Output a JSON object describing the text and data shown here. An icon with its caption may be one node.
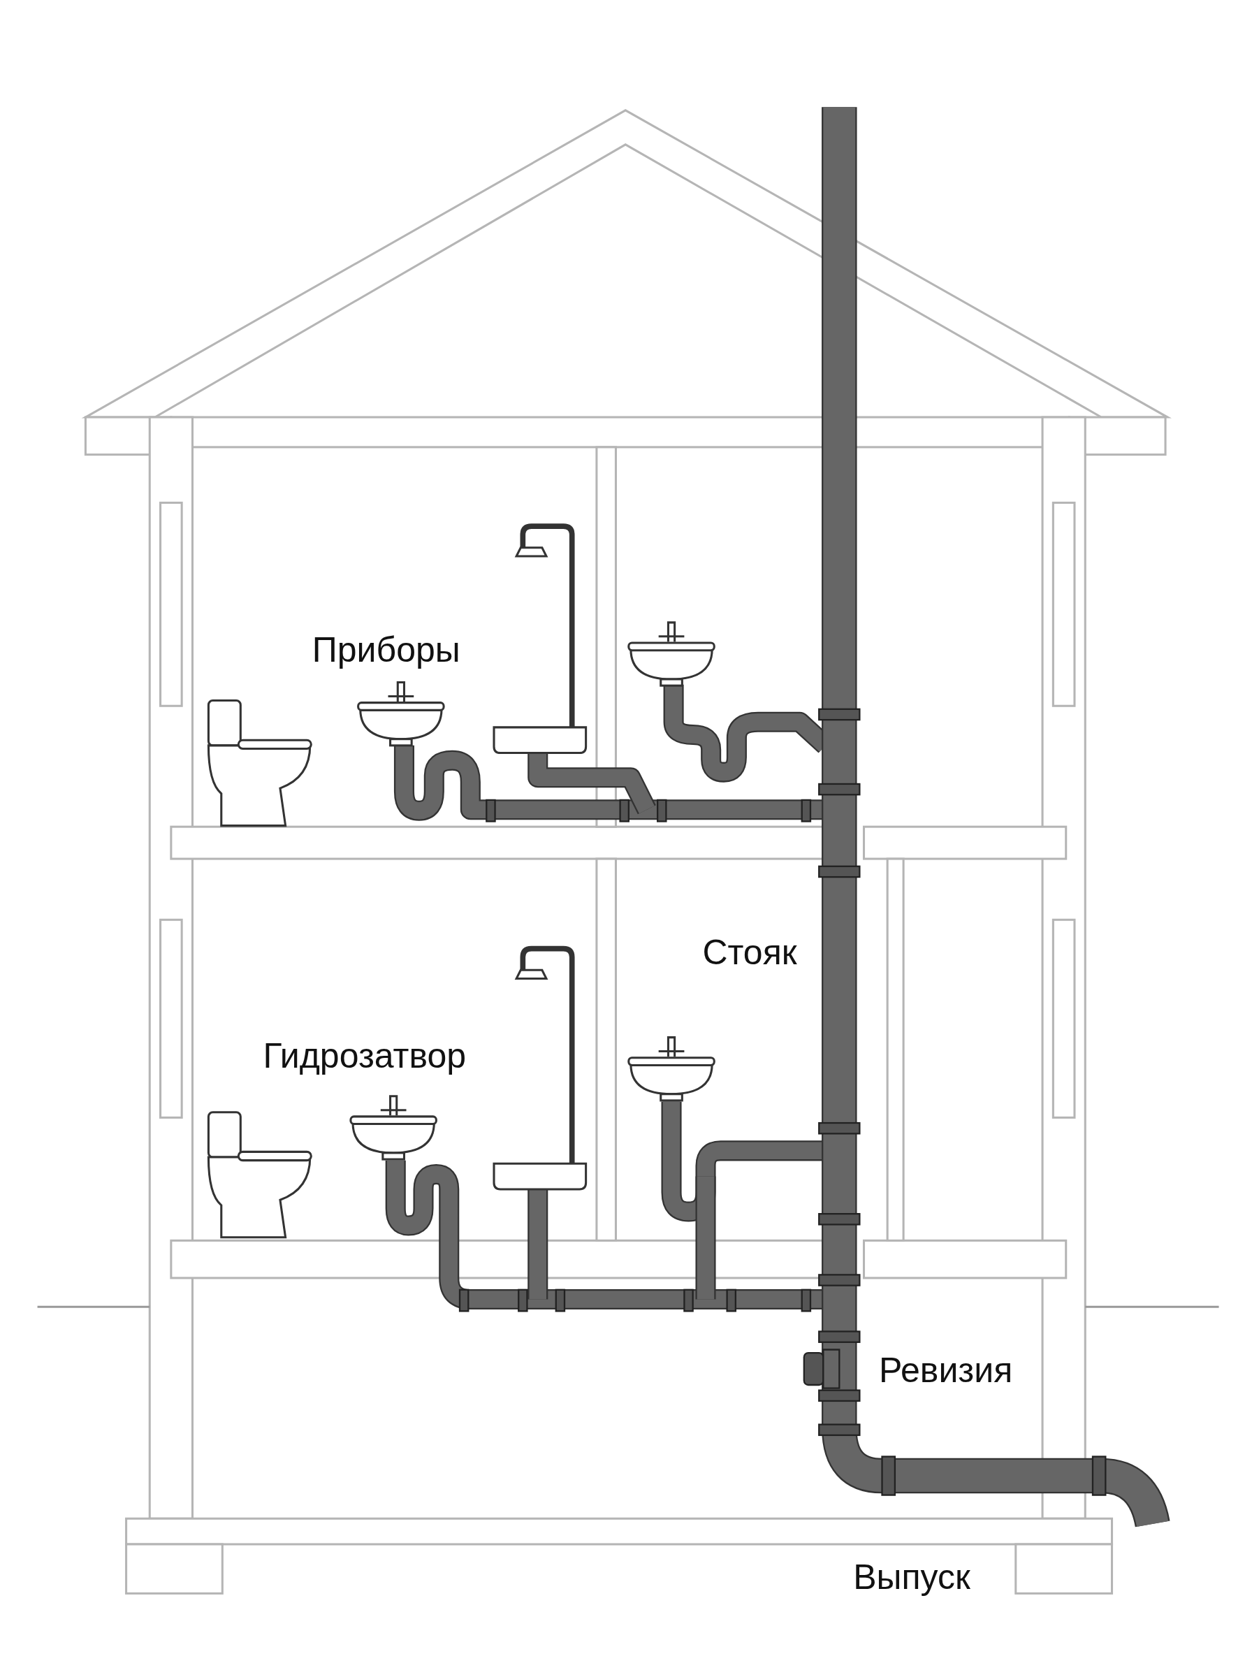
{
  "diagram": {
    "labels": [
      "Приборы",
      "Стояк",
      "Гидрозатвор",
      "Ревизия",
      "Выпуск"
    ]
  }
}
